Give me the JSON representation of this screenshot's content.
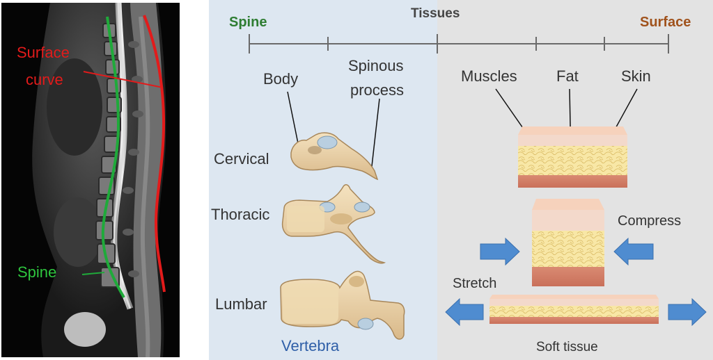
{
  "mri": {
    "surface_label_line1": "Surface",
    "surface_label_line2": "curve",
    "spine_label": "Spine"
  },
  "axis": {
    "left_label": "Spine",
    "center_label": "Tissues",
    "right_label": "Surface"
  },
  "vertebra": {
    "body_label": "Body",
    "spinous_line1": "Spinous",
    "spinous_line2": "process",
    "levels": [
      "Cervical",
      "Thoracic",
      "Lumbar"
    ],
    "caption": "Vertebra"
  },
  "soft_tissue": {
    "layers": [
      "Muscles",
      "Fat",
      "Skin"
    ],
    "compress_label": "Compress",
    "stretch_label": "Stretch",
    "caption": "Soft tissue"
  },
  "colors": {
    "spine_green": "#2e7d32",
    "surface_red": "#e21b1b",
    "surface_brown": "#a0521c",
    "vertebra_blue": "#2f5fa8",
    "arrow_blue": "#4f8cd0",
    "bone": "#e9d4aa",
    "fat": "#f7e29a",
    "muscle": "#cf7b63",
    "skin": "#f3d9cb"
  }
}
